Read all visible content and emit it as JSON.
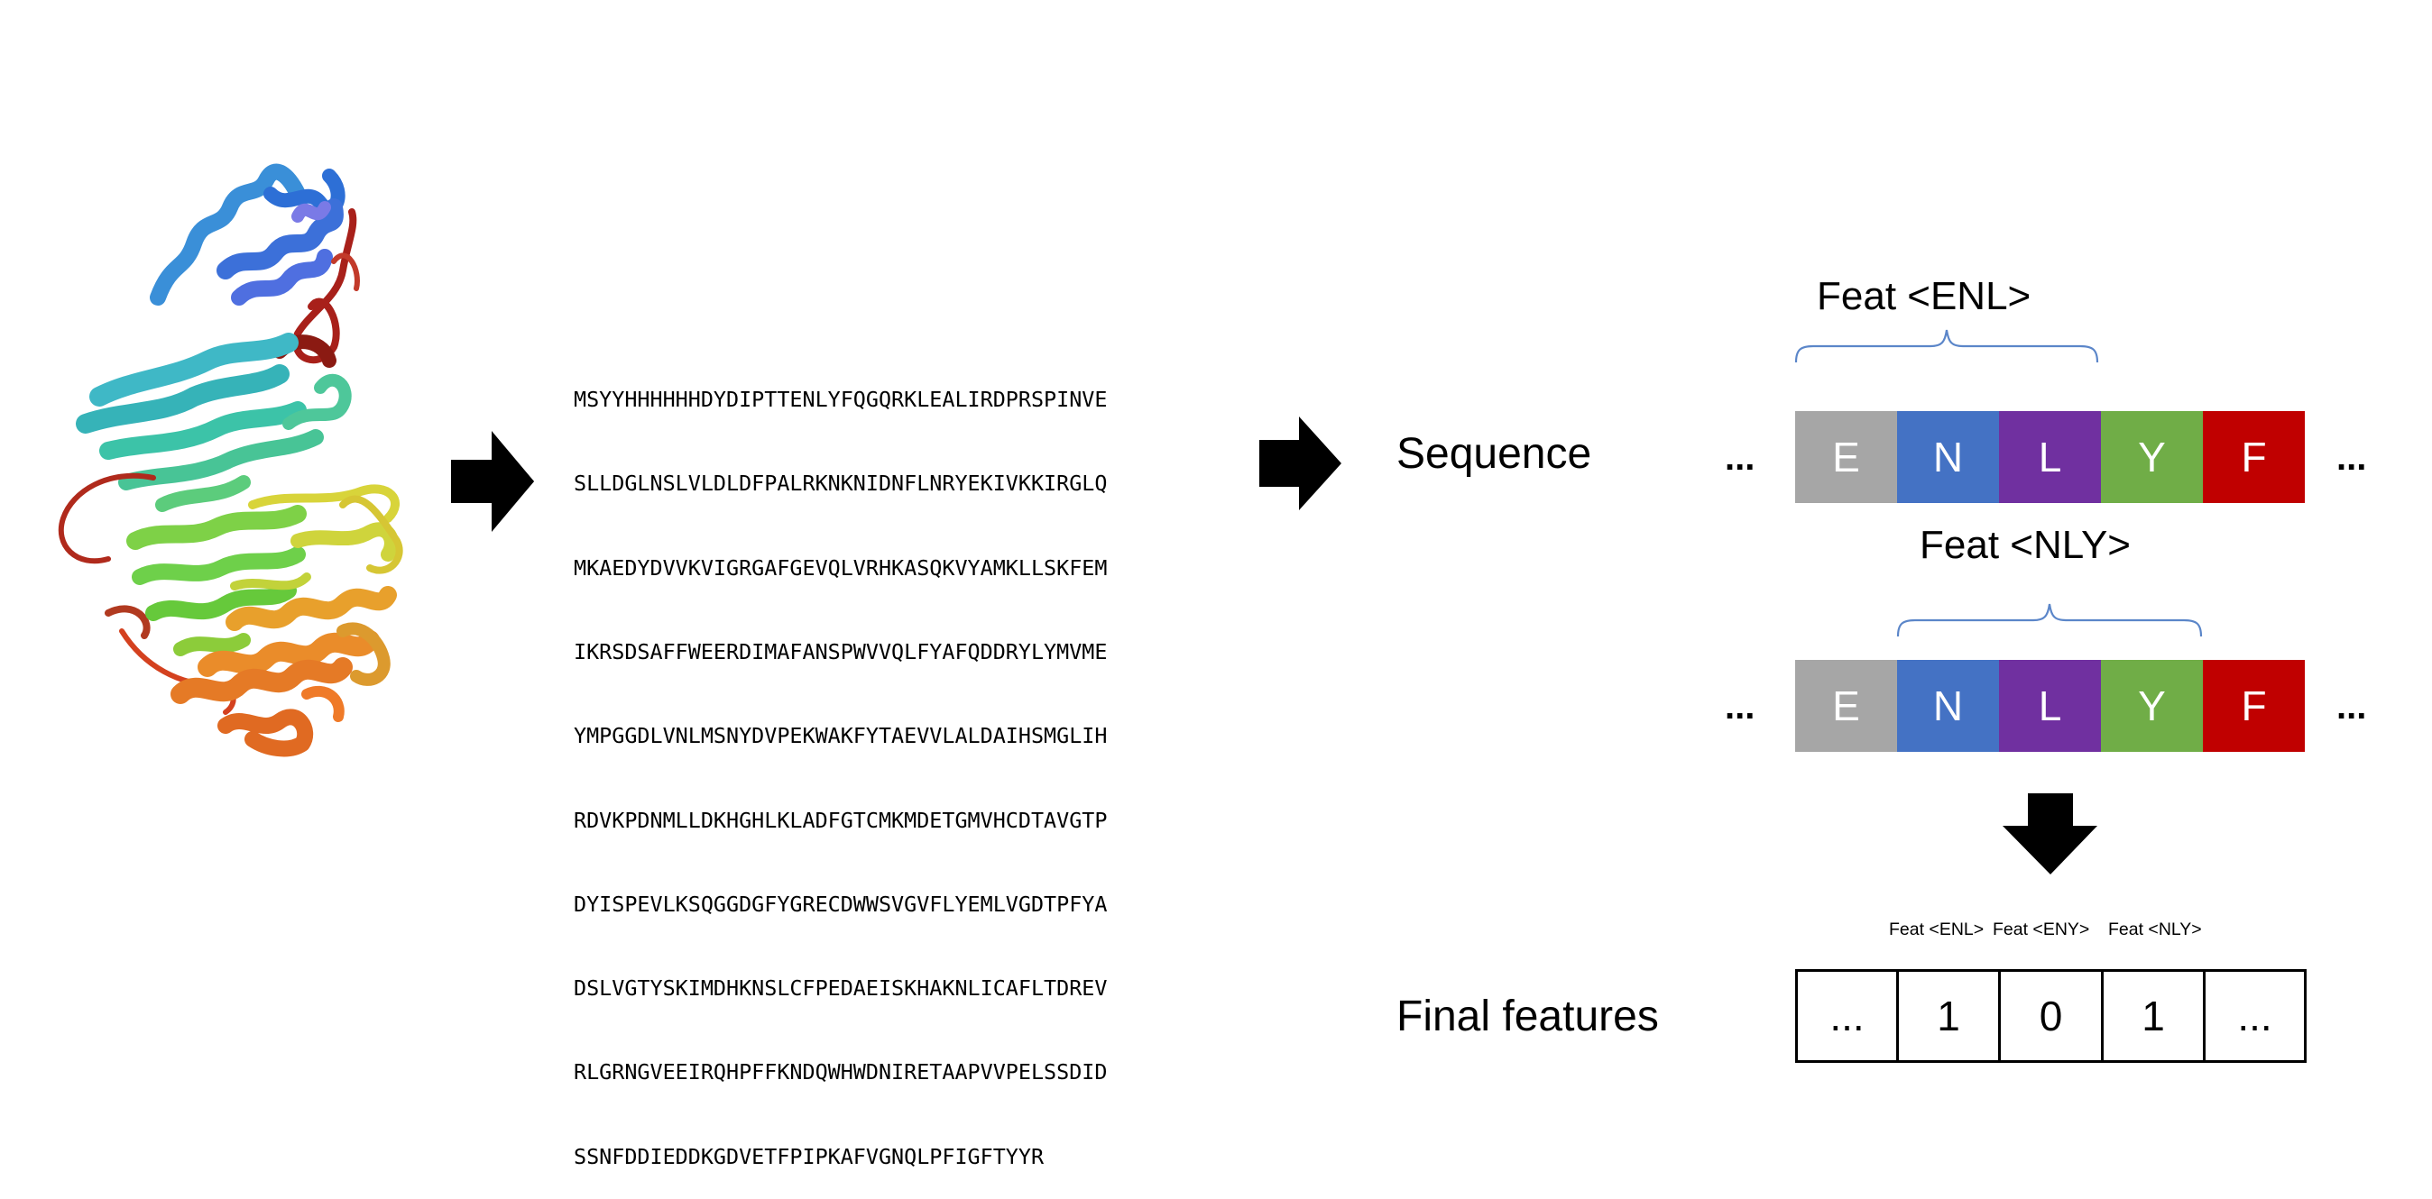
{
  "protein_sequence_lines": [
    "MSYYHHHHHHDYDIPTTENLYFQGQRKLEALIRDPRSPINVE",
    "SLLDGLNSLVLDLDFPALRKNKNIDNFLNRYEKIVKKIRGLQ",
    "MKAEDYDVVKVIGRGAFGEVQLVRHKASQKVYAMKLLSKFEM",
    "IKRSDSAFFWEERDIMAFANSPWVVQLFYAFQDDRYLYMVME",
    "YMPGGDLVNLMSNYDVPEKWAKFYTAEVVLALDAIHSMGLIH",
    "RDVKPDNMLLDKHGHLKLADFGTCMKMDETGMVHCDTAVGTP",
    "DYISPEVLKSQGGDGFYGRECDWWSVGVFLYEMLVGDTPFYA",
    "DSLVGTYSKIMDHKNSLCFPEDAEISKHAKNLICAFLTDREV",
    "RLGRNGVEEIRQHPFFKNDQWHWDNIRETAAPVVPELSSDID",
    "SSNFDDIEDDKGDVETFPIPKAFVGNQLPFIGFTYYR"
  ],
  "labels": {
    "sequence": "Sequence",
    "final_features": "Final features",
    "feat_top": "Feat <ENL>",
    "feat_middle": "Feat <NLY>",
    "ellipsis": "..."
  },
  "sequence_row_1": [
    "E",
    "N",
    "L",
    "Y",
    "F"
  ],
  "sequence_row_2": [
    "E",
    "N",
    "L",
    "Y",
    "F"
  ],
  "final_vector": [
    "...",
    "1",
    "0",
    "1",
    "..."
  ],
  "feature_headers": [
    "Feat <ENL>",
    "Feat <ENY>",
    "Feat <NLY>"
  ],
  "colors": {
    "E": "#a6a6a6",
    "N": "#4472c4",
    "L": "#7030a0",
    "Y": "#70ad47",
    "F": "#c00000",
    "brace": "#5b86c9",
    "arrow": "#000000"
  }
}
